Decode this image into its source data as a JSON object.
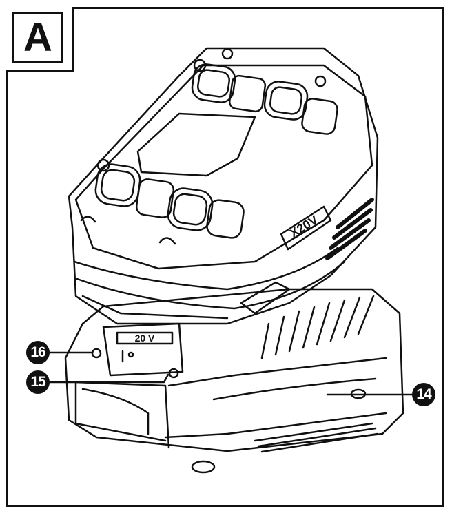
{
  "figure": {
    "label": "A",
    "battery_brand": "X20V",
    "voltage_text": "20 V",
    "callouts": [
      {
        "id": "c16",
        "number": "16"
      },
      {
        "id": "c15",
        "number": "15"
      },
      {
        "id": "c14",
        "number": "14"
      }
    ]
  }
}
